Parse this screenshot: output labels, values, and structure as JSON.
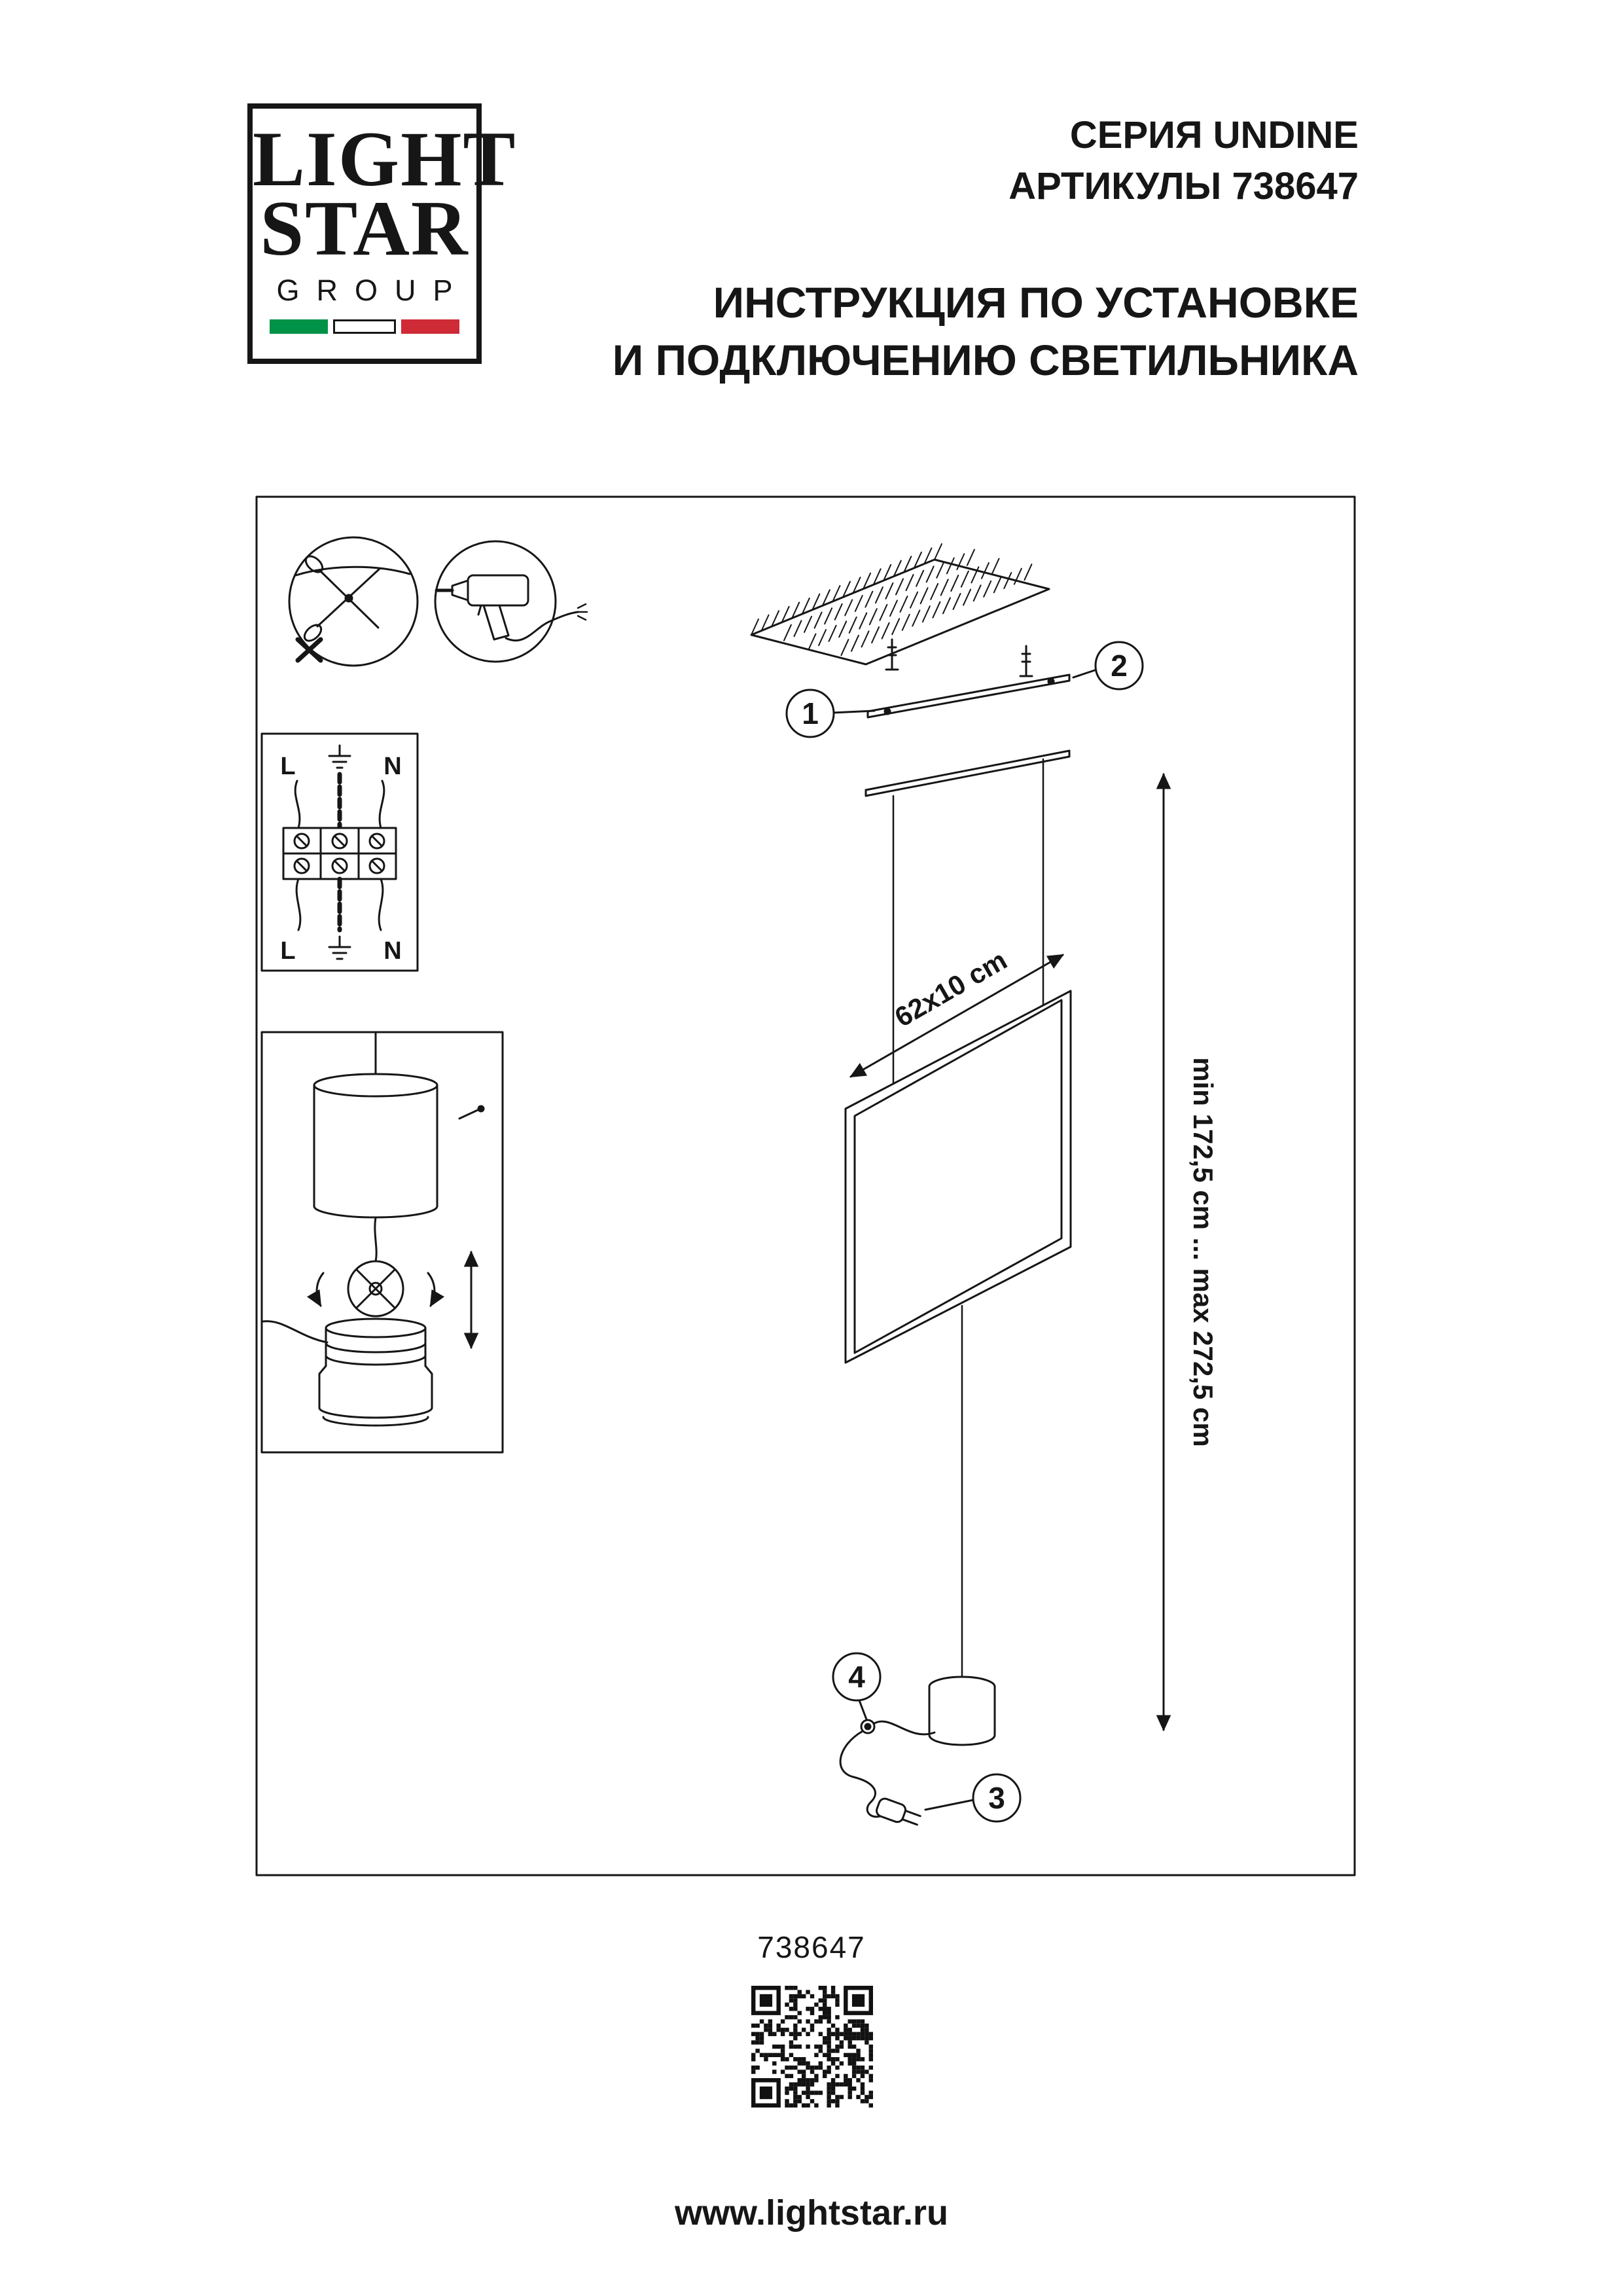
{
  "header": {
    "series": "СЕРИЯ UNDINE",
    "articles": "АРТИКУЛЫ 738647",
    "instruction_line1": "ИНСТРУКЦИЯ ПО УСТАНОВКЕ",
    "instruction_line2": "И ПОДКЛЮЧЕНИЮ СВЕТИЛЬНИКА"
  },
  "logo": {
    "word1": "LIGHT",
    "word2": "STAR",
    "word3": "GROUP",
    "flag_colors": [
      "#009246",
      "#ffffff",
      "#ce2b37"
    ]
  },
  "diagram": {
    "frame_dimension": "62x10 cm",
    "height_dimension": "min 172,5 cm ... max 272,5 cm",
    "callouts": [
      "1",
      "2",
      "3",
      "4"
    ],
    "wiring": {
      "top_left": "L",
      "top_right": "N",
      "bottom_left": "L",
      "bottom_right": "N"
    },
    "icons": [
      "no-cut-wire-icon",
      "drill-icon",
      "ground-icon",
      "qr-code"
    ]
  },
  "footer": {
    "article": "738647",
    "website": "www.lightstar.ru"
  },
  "colors": {
    "ink": "#161616",
    "paper": "#ffffff"
  }
}
